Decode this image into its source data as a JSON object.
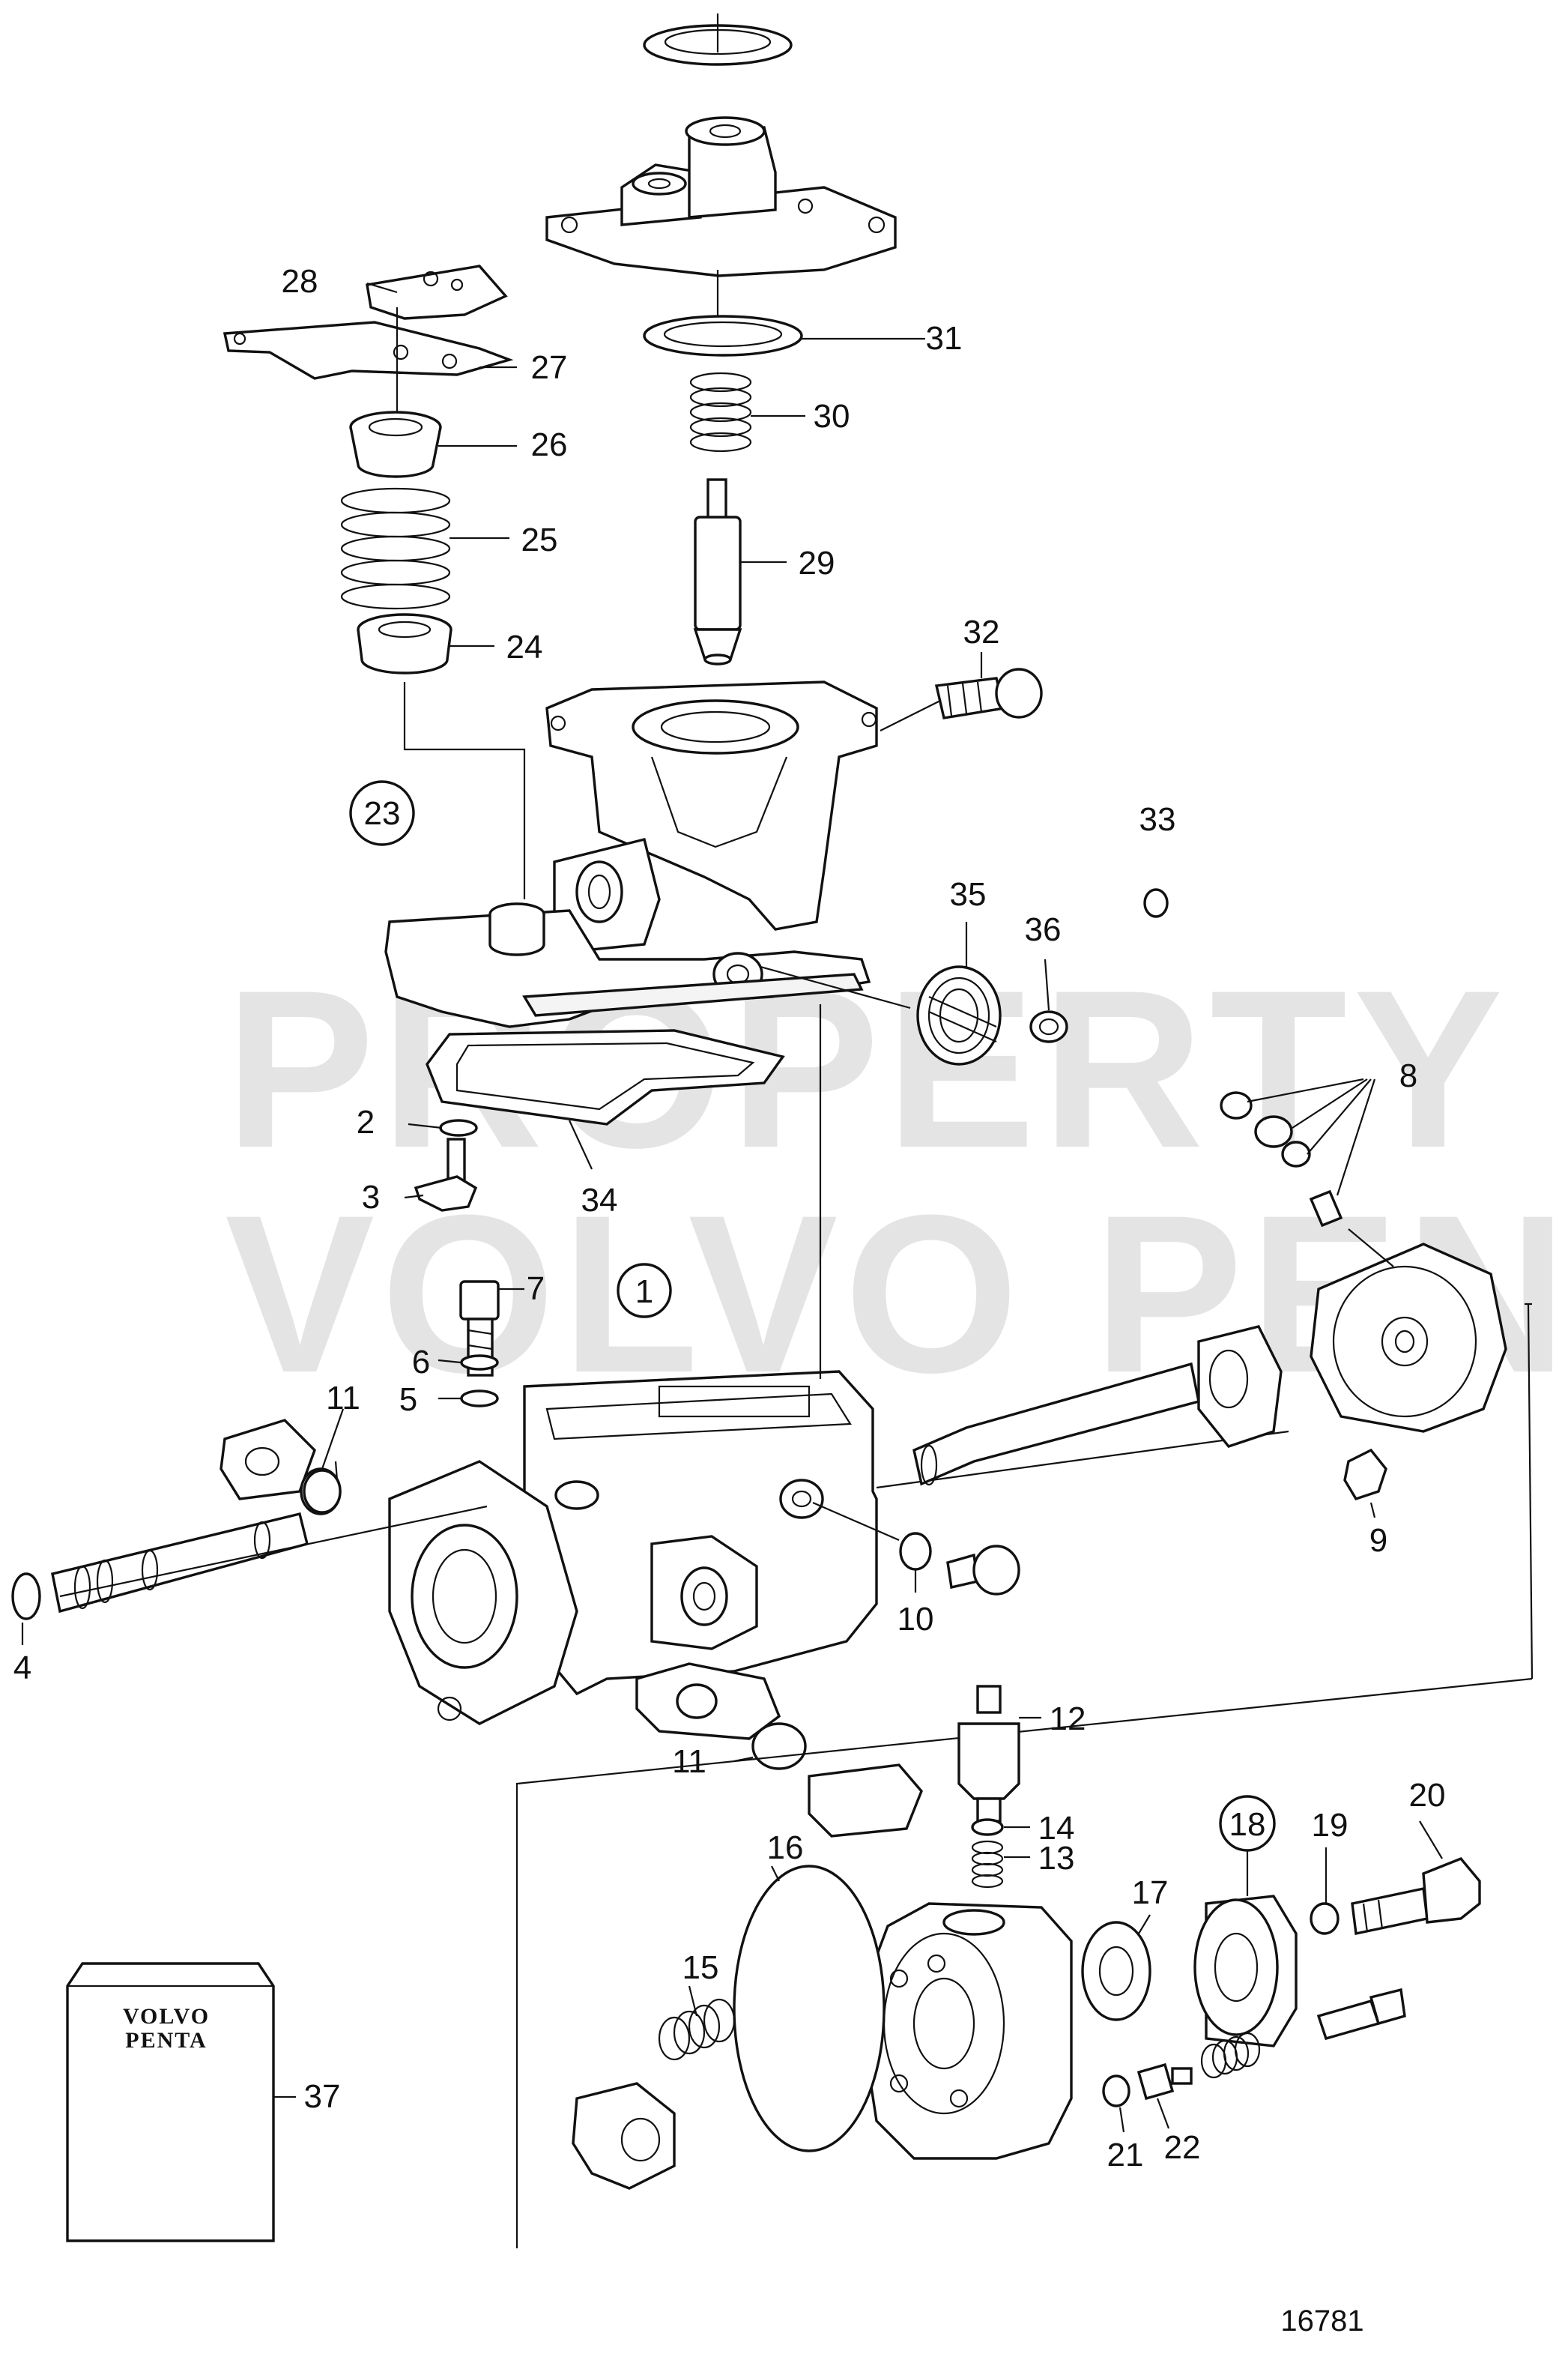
{
  "diagram_id": "16781",
  "watermark": {
    "line1": "PROPERTY OF",
    "line2": "VOLVO PENTA"
  },
  "kit_brand": {
    "line1": "VOLVO",
    "line2": "PENTA"
  },
  "labels": {
    "p1": "1",
    "p2": "2",
    "p3": "3",
    "p4": "4",
    "p5": "5",
    "p6": "6",
    "p7": "7",
    "p8": "8",
    "p9": "9",
    "p10": "10",
    "p11a": "11",
    "p11b": "11",
    "p12": "12",
    "p13": "13",
    "p14": "14",
    "p15": "15",
    "p16": "16",
    "p17": "17",
    "p18": "18",
    "p19": "19",
    "p20": "20",
    "p21": "21",
    "p22": "22",
    "p23": "23",
    "p24": "24",
    "p25": "25",
    "p26": "26",
    "p27": "27",
    "p28": "28",
    "p29": "29",
    "p30": "30",
    "p31": "31",
    "p32": "32",
    "p33": "33",
    "p34": "34",
    "p35": "35",
    "p36": "36",
    "p37": "37"
  }
}
